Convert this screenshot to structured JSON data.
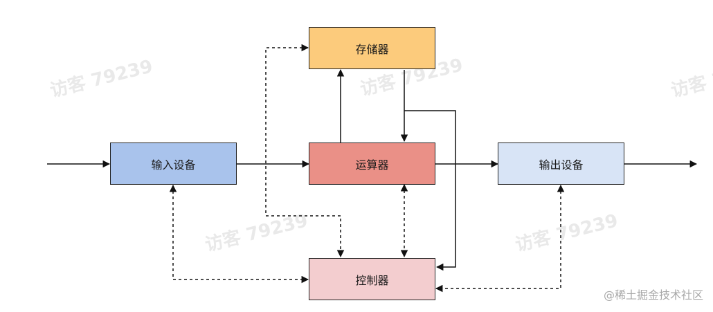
{
  "watermark": {
    "text": "访客 79239"
  },
  "footer": {
    "text": "@稀土掘金技术社区"
  },
  "nodes": {
    "memory": {
      "label": "存储器",
      "color": "#fccb7c"
    },
    "alu": {
      "label": "运算器",
      "color": "#ea9087"
    },
    "input": {
      "label": "输入设备",
      "color": "#a9c3ec"
    },
    "output": {
      "label": "输出设备",
      "color": "#d8e4f6"
    },
    "control": {
      "label": "控制器",
      "color": "#f3cdcf"
    }
  },
  "edges": [
    {
      "from": "external",
      "to": "input",
      "style": "solid"
    },
    {
      "from": "input",
      "to": "alu",
      "style": "solid"
    },
    {
      "from": "alu",
      "to": "output",
      "style": "solid"
    },
    {
      "from": "output",
      "to": "external",
      "style": "solid"
    },
    {
      "from": "alu",
      "to": "memory",
      "style": "solid"
    },
    {
      "from": "memory",
      "to": "alu",
      "style": "solid"
    },
    {
      "from": "memory",
      "to": "control",
      "style": "solid"
    },
    {
      "from": "memory",
      "to": "control",
      "style": "dashed",
      "bidirectional": true
    },
    {
      "from": "alu",
      "to": "control",
      "style": "dashed",
      "bidirectional": true
    },
    {
      "from": "input",
      "to": "control",
      "style": "dashed",
      "bidirectional": true
    },
    {
      "from": "output",
      "to": "control",
      "style": "dashed",
      "bidirectional": true
    }
  ]
}
